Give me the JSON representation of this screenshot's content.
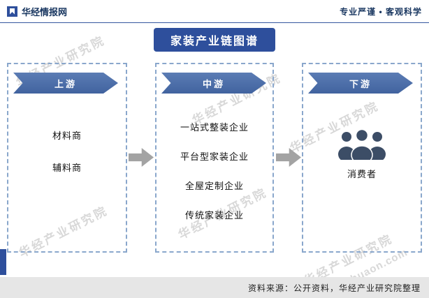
{
  "header": {
    "brand": "华经情报网",
    "tagline": "专业严谨 • 客观科学"
  },
  "title": "家装产业链图谱",
  "columns": [
    {
      "stage": "上游",
      "items": [
        "材料商",
        "辅料商"
      ]
    },
    {
      "stage": "中游",
      "items": [
        "一站式整装企业",
        "平台型家装企业",
        "全屋定制企业",
        "传统家装企业"
      ]
    },
    {
      "stage": "下游",
      "items": [
        "消费者"
      ],
      "icon": "people-icon"
    }
  ],
  "watermark": {
    "text": "华经产业研究院",
    "bullet_text": "• 华经产业研究院",
    "url": "www.huaon.com"
  },
  "footer": {
    "source": "资料来源：公开资料，华经产业研究院整理"
  },
  "colors": {
    "accent_blue": "#2e4f9c",
    "banner_blue": "#41639f",
    "dashed_border": "#8aa7cc",
    "arrow_gray": "#a3a3a3",
    "footer_bg": "#e6e6e6",
    "people_icon": "#3c4d66"
  }
}
